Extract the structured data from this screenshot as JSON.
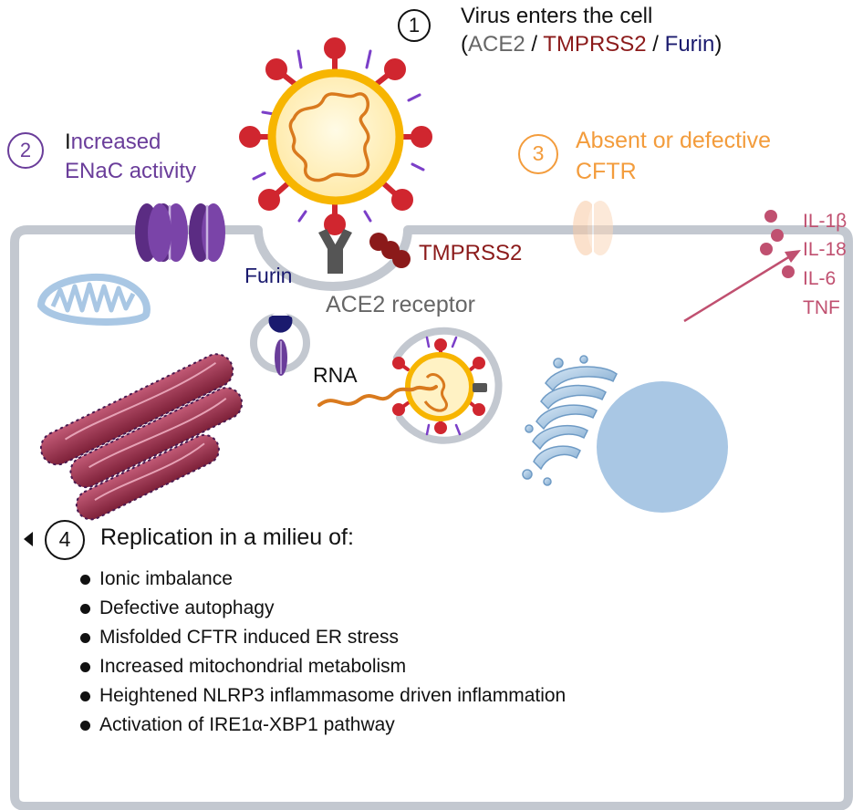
{
  "step1": {
    "number": "1",
    "title": "Virus enters the cell",
    "paren_open": "(",
    "ace2": "ACE2",
    "sep1": " / ",
    "tmprss2": "TMPRSS2",
    "sep2": " / ",
    "furin": "Furin",
    "paren_close": ")"
  },
  "step2": {
    "number": "2",
    "line1_first": "I",
    "line1_rest": "ncreased",
    "line2": "ENaC activity"
  },
  "step3": {
    "number": "3",
    "line1": "Absent or defective",
    "line2": "CFTR"
  },
  "step4": {
    "number": "4",
    "title": "Replication in a milieu of:"
  },
  "milieu_items": [
    "Ionic imbalance",
    "Defective autophagy",
    "Misfolded CFTR induced ER stress",
    "Increased mitochondrial metabolism",
    "Heightened NLRP3 inflammasome driven inflammation",
    "Activation of IRE1α-XBP1 pathway"
  ],
  "labels": {
    "tmprss2": "TMPRSS2",
    "furin": "Furin",
    "ace2_receptor": "ACE2 receptor",
    "rna": "RNA"
  },
  "cytokines": [
    "IL-1β",
    "IL-18",
    "IL-6",
    "TNF"
  ],
  "colors": {
    "ace2": "#666666",
    "tmprss2": "#8b1a1a",
    "furin": "#1a1a6e",
    "enac": "#6a3d9a",
    "cftr": "#f39c3c",
    "cytokine": "#c05070",
    "virus_envelope": "#f7b500",
    "virus_core": "#fff2c4",
    "spike": "#d0262f",
    "membrane": "#c3c8d0",
    "nucleus": "#a9c7e4"
  }
}
